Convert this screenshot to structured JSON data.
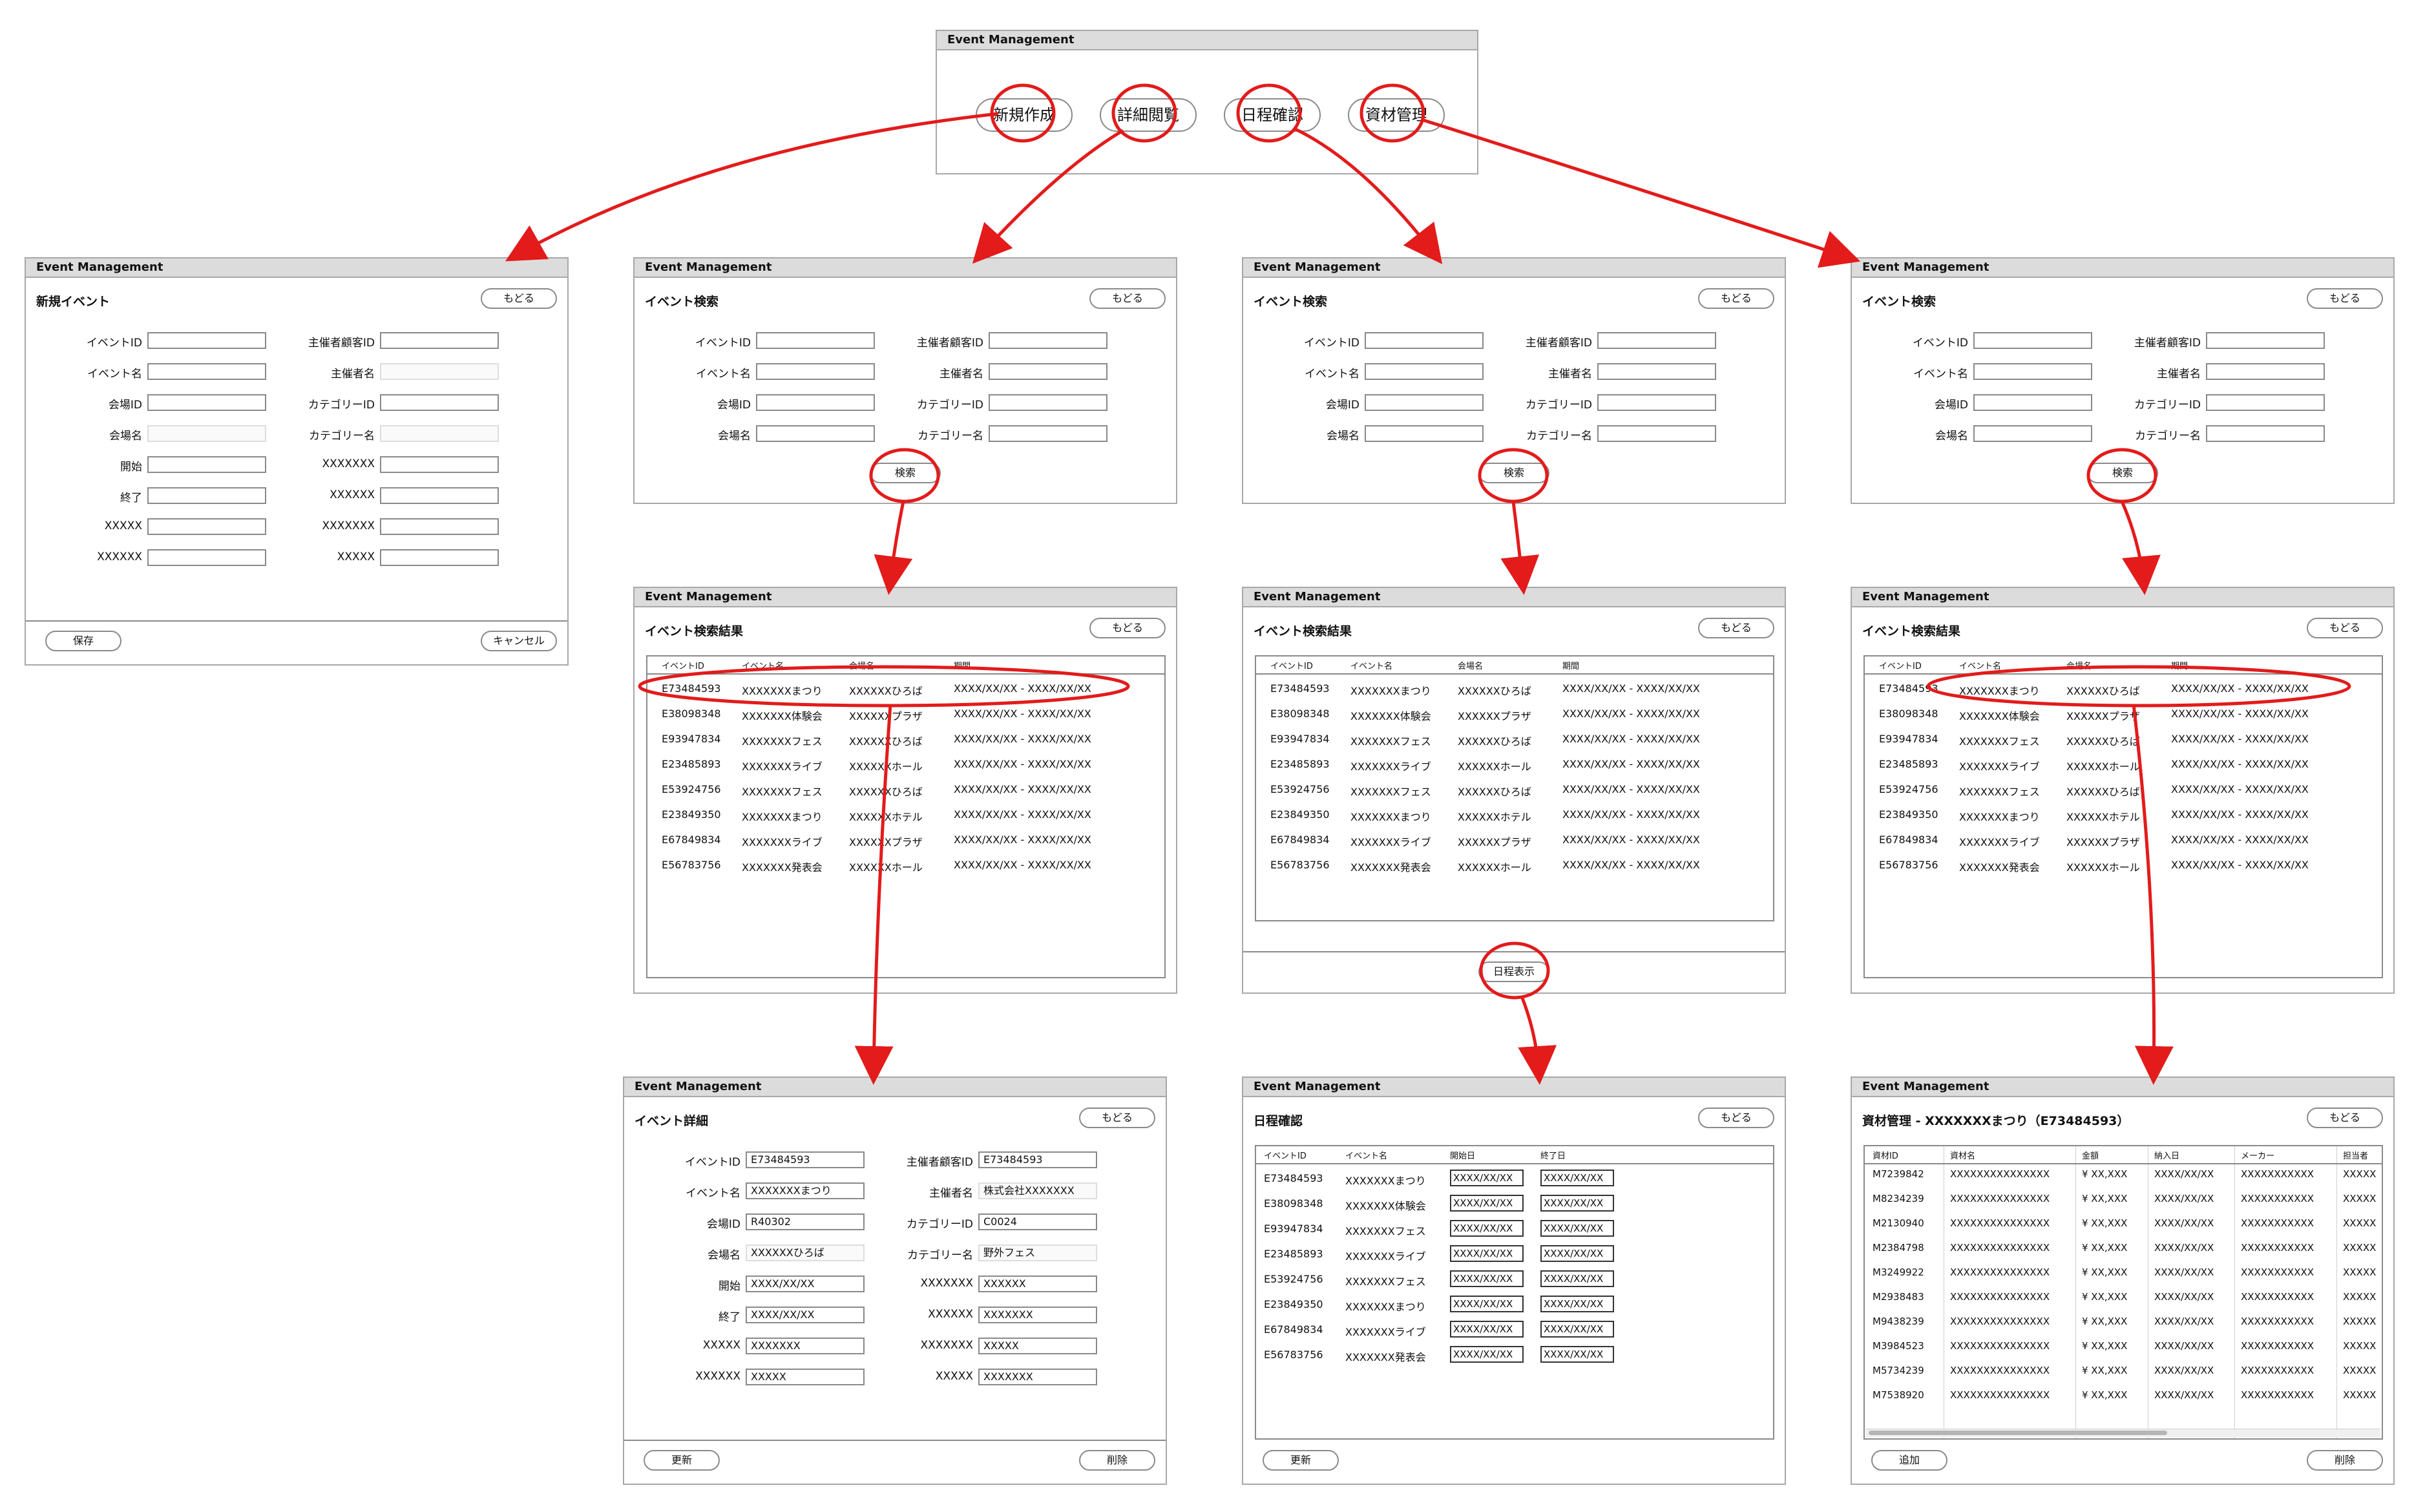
{
  "main": {
    "title": "Event Management",
    "buttons": [
      "新規作成",
      "詳細閲覧",
      "日程確認",
      "資材管理"
    ]
  },
  "common": {
    "window_title": "Event Management",
    "back": "もどる",
    "search": "検索"
  },
  "new_event": {
    "heading": "新規イベント",
    "left_labels": [
      "イベントID",
      "イベント名",
      "会場ID",
      "会場名",
      "開始",
      "終了",
      "XXXXX",
      "XXXXXX"
    ],
    "right_labels": [
      "主催者顧客ID",
      "主催者名",
      "カテゴリーID",
      "カテゴリー名",
      "XXXXXXX",
      "XXXXXX",
      "XXXXXXX",
      "XXXXX"
    ],
    "save": "保存",
    "cancel": "キャンセル"
  },
  "search_form": {
    "heading": "イベント検索",
    "left_labels": [
      "イベントID",
      "イベント名",
      "会場ID",
      "会場名"
    ],
    "right_labels": [
      "主催者顧客ID",
      "主催者名",
      "カテゴリーID",
      "カテゴリー名"
    ]
  },
  "results": {
    "heading": "イベント検索結果",
    "headers": [
      "イベントID",
      "イベント名",
      "会場名",
      "期間"
    ],
    "rows": [
      [
        "E73484593",
        "XXXXXXXまつり",
        "XXXXXXひろば",
        "XXXX/XX/XX - XXXX/XX/XX"
      ],
      [
        "E38098348",
        "XXXXXXX体験会",
        "XXXXXXプラザ",
        "XXXX/XX/XX - XXXX/XX/XX"
      ],
      [
        "E93947834",
        "XXXXXXXフェス",
        "XXXXXXひろば",
        "XXXX/XX/XX - XXXX/XX/XX"
      ],
      [
        "E23485893",
        "XXXXXXXライブ",
        "XXXXXXホール",
        "XXXX/XX/XX - XXXX/XX/XX"
      ],
      [
        "E53924756",
        "XXXXXXXフェス",
        "XXXXXXひろば",
        "XXXX/XX/XX - XXXX/XX/XX"
      ],
      [
        "E23849350",
        "XXXXXXXまつり",
        "XXXXXXホテル",
        "XXXX/XX/XX - XXXX/XX/XX"
      ],
      [
        "E67849834",
        "XXXXXXXライブ",
        "XXXXXXプラザ",
        "XXXX/XX/XX - XXXX/XX/XX"
      ],
      [
        "E56783756",
        "XXXXXXX発表会",
        "XXXXXXホール",
        "XXXX/XX/XX - XXXX/XX/XX"
      ]
    ],
    "schedule_button": "日程表示"
  },
  "detail": {
    "heading": "イベント詳細",
    "left_labels": [
      "イベントID",
      "イベント名",
      "会場ID",
      "会場名",
      "開始",
      "終了",
      "XXXXX",
      "XXXXXX"
    ],
    "left_values": [
      "E73484593",
      "XXXXXXXまつり",
      "R40302",
      "XXXXXXひろば",
      "XXXX/XX/XX",
      "XXXX/XX/XX",
      "XXXXXXX",
      "XXXXX"
    ],
    "right_labels": [
      "主催者顧客ID",
      "主催者名",
      "カテゴリーID",
      "カテゴリー名",
      "XXXXXXX",
      "XXXXXX",
      "XXXXXXX",
      "XXXXX"
    ],
    "right_values": [
      "E73484593",
      "株式会社XXXXXXX",
      "C0024",
      "野外フェス",
      "XXXXXX",
      "XXXXXXX",
      "XXXXX",
      "XXXXXXX"
    ],
    "update": "更新",
    "delete": "削除"
  },
  "schedule": {
    "heading": "日程確認",
    "headers": [
      "イベントID",
      "イベント名",
      "開始日",
      "終了日"
    ],
    "rows": [
      [
        "E73484593",
        "XXXXXXXまつり",
        "XXXX/XX/XX",
        "XXXX/XX/XX"
      ],
      [
        "E38098348",
        "XXXXXXX体験会",
        "XXXX/XX/XX",
        "XXXX/XX/XX"
      ],
      [
        "E93947834",
        "XXXXXXXフェス",
        "XXXX/XX/XX",
        "XXXX/XX/XX"
      ],
      [
        "E23485893",
        "XXXXXXXライブ",
        "XXXX/XX/XX",
        "XXXX/XX/XX"
      ],
      [
        "E53924756",
        "XXXXXXXフェス",
        "XXXX/XX/XX",
        "XXXX/XX/XX"
      ],
      [
        "E23849350",
        "XXXXXXXまつり",
        "XXXX/XX/XX",
        "XXXX/XX/XX"
      ],
      [
        "E67849834",
        "XXXXXXXライブ",
        "XXXX/XX/XX",
        "XXXX/XX/XX"
      ],
      [
        "E56783756",
        "XXXXXXX発表会",
        "XXXX/XX/XX",
        "XXXX/XX/XX"
      ]
    ],
    "update": "更新"
  },
  "materials": {
    "heading": "資材管理 - XXXXXXXまつり（E73484593）",
    "headers": [
      "資材ID",
      "資材名",
      "金額",
      "納入日",
      "メーカー",
      "担当者"
    ],
    "rows": [
      [
        "M7239842",
        "XXXXXXXXXXXXXXX",
        "¥ XX,XXX",
        "XXXX/XX/XX",
        "XXXXXXXXXXX",
        "XXXXX"
      ],
      [
        "M8234239",
        "XXXXXXXXXXXXXXX",
        "¥ XX,XXX",
        "XXXX/XX/XX",
        "XXXXXXXXXXX",
        "XXXXX"
      ],
      [
        "M2130940",
        "XXXXXXXXXXXXXXX",
        "¥ XX,XXX",
        "XXXX/XX/XX",
        "XXXXXXXXXXX",
        "XXXXX"
      ],
      [
        "M2384798",
        "XXXXXXXXXXXXXXX",
        "¥ XX,XXX",
        "XXXX/XX/XX",
        "XXXXXXXXXXX",
        "XXXXX"
      ],
      [
        "M3249922",
        "XXXXXXXXXXXXXXX",
        "¥ XX,XXX",
        "XXXX/XX/XX",
        "XXXXXXXXXXX",
        "XXXXX"
      ],
      [
        "M2938483",
        "XXXXXXXXXXXXXXX",
        "¥ XX,XXX",
        "XXXX/XX/XX",
        "XXXXXXXXXXX",
        "XXXXX"
      ],
      [
        "M9438239",
        "XXXXXXXXXXXXXXX",
        "¥ XX,XXX",
        "XXXX/XX/XX",
        "XXXXXXXXXXX",
        "XXXXX"
      ],
      [
        "M3984523",
        "XXXXXXXXXXXXXXX",
        "¥ XX,XXX",
        "XXXX/XX/XX",
        "XXXXXXXXXXX",
        "XXXXX"
      ],
      [
        "M5734239",
        "XXXXXXXXXXXXXXX",
        "¥ XX,XXX",
        "XXXX/XX/XX",
        "XXXXXXXXXXX",
        "XXXXX"
      ],
      [
        "M7538920",
        "XXXXXXXXXXXXXXX",
        "¥ XX,XXX",
        "XXXX/XX/XX",
        "XXXXXXXXXXX",
        "XXXXX"
      ]
    ],
    "add": "追加",
    "delete": "削除"
  },
  "colors": {
    "annotation": "#e31b1b",
    "titlebar": "#dcdcdc",
    "border": "#a8a8a8"
  }
}
